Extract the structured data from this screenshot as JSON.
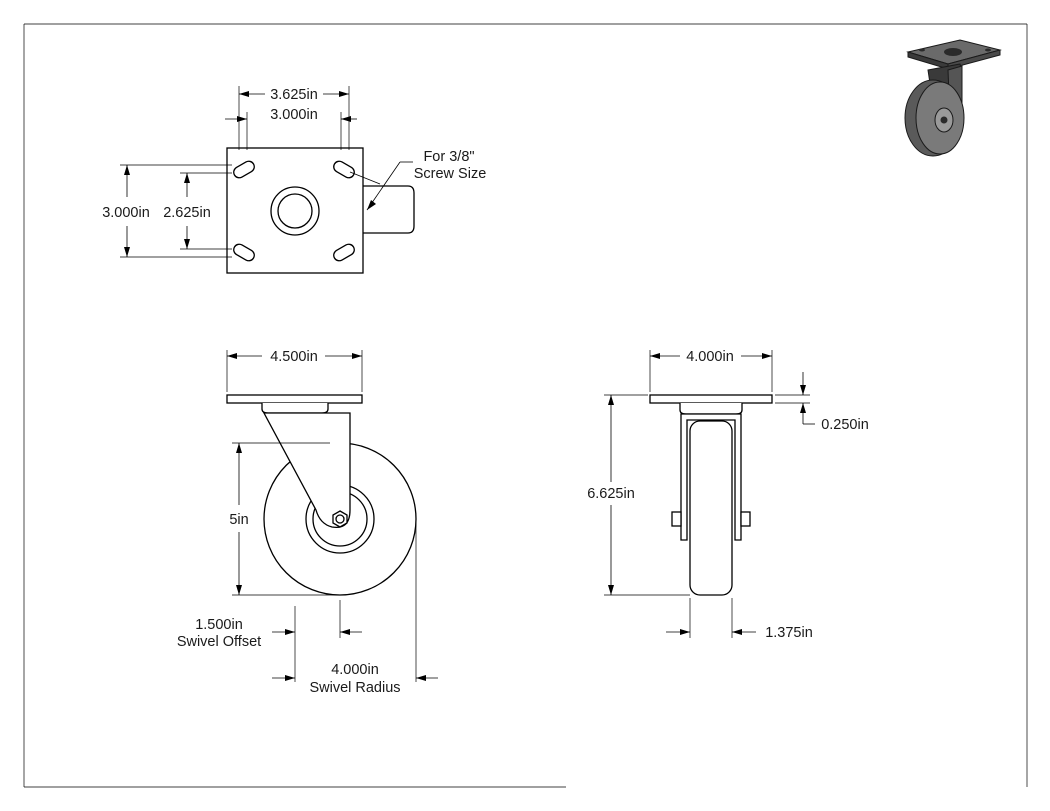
{
  "top_view": {
    "plate_width_outer": "3.625in",
    "plate_width_inner": "3.000in",
    "plate_height_outer": "3.000in",
    "plate_height_inner": "2.625in",
    "screw_note_line1": "For 3/8\"",
    "screw_note_line2": "Screw Size"
  },
  "front_view": {
    "plate_width": "4.500in",
    "wheel_diameter": "5in",
    "swivel_offset_value": "1.500in",
    "swivel_offset_label": "Swivel Offset",
    "swivel_radius_value": "4.000in",
    "swivel_radius_label": "Swivel Radius"
  },
  "side_view": {
    "plate_width": "4.000in",
    "overall_height": "6.625in",
    "plate_thickness": "0.250in",
    "wheel_width": "1.375in"
  },
  "colors": {
    "line": "#000000",
    "background": "#ffffff",
    "iso_dark": "#3a3a3a",
    "iso_mid": "#6a6a6a",
    "iso_light": "#9a9a9a"
  }
}
